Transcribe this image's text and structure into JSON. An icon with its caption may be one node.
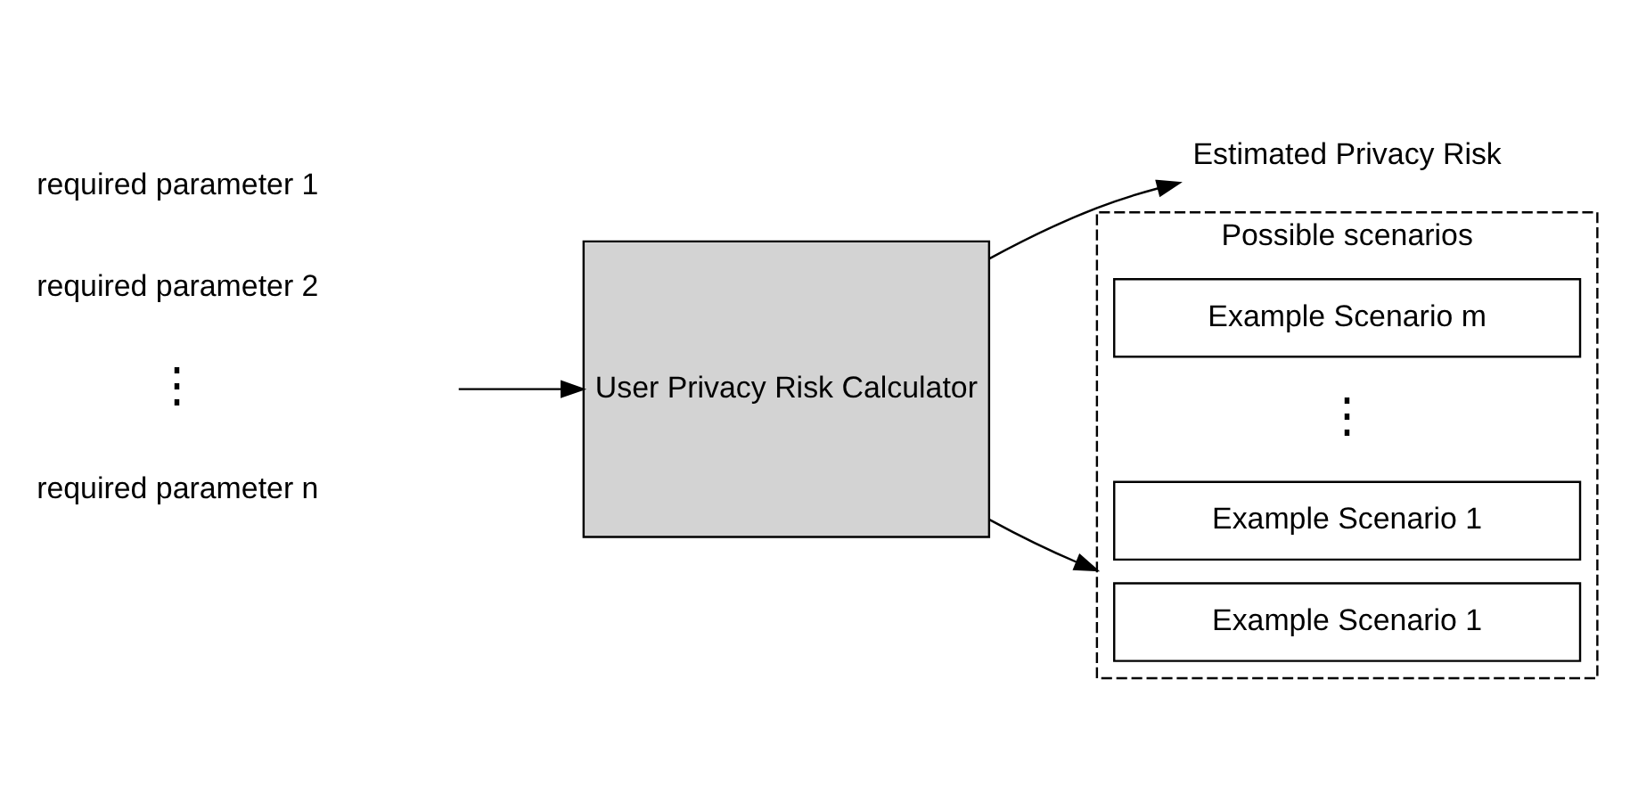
{
  "diagram": {
    "nodes": [
      {
        "text": [
          "User Privacy Risk Calculator"
        ]
      },
      {
        "text": [
          "Estimated Privacy Risk"
        ]
      },
      {
        "text": [
          "Possible scenarios"
        ]
      },
      {
        "text": [
          "Example Scenario 1"
        ],
        "in": 2
      },
      {
        "text": [
          "Example Scenario 1"
        ],
        "in": 2
      },
      {
        "text": [
          "Example Scenario m"
        ],
        "in": 2
      }
    ],
    "edges": [
      {
        "from": null,
        "to": 0,
        "arrow": "to"
      },
      {
        "from": 0,
        "to": 1,
        "arrow": "to"
      },
      {
        "from": 0,
        "to": 2,
        "arrow": "to"
      }
    ],
    "labels": [
      "required parameter 1",
      "required parameter 2",
      "⋮",
      "required parameter n",
      "⋮"
    ]
  }
}
